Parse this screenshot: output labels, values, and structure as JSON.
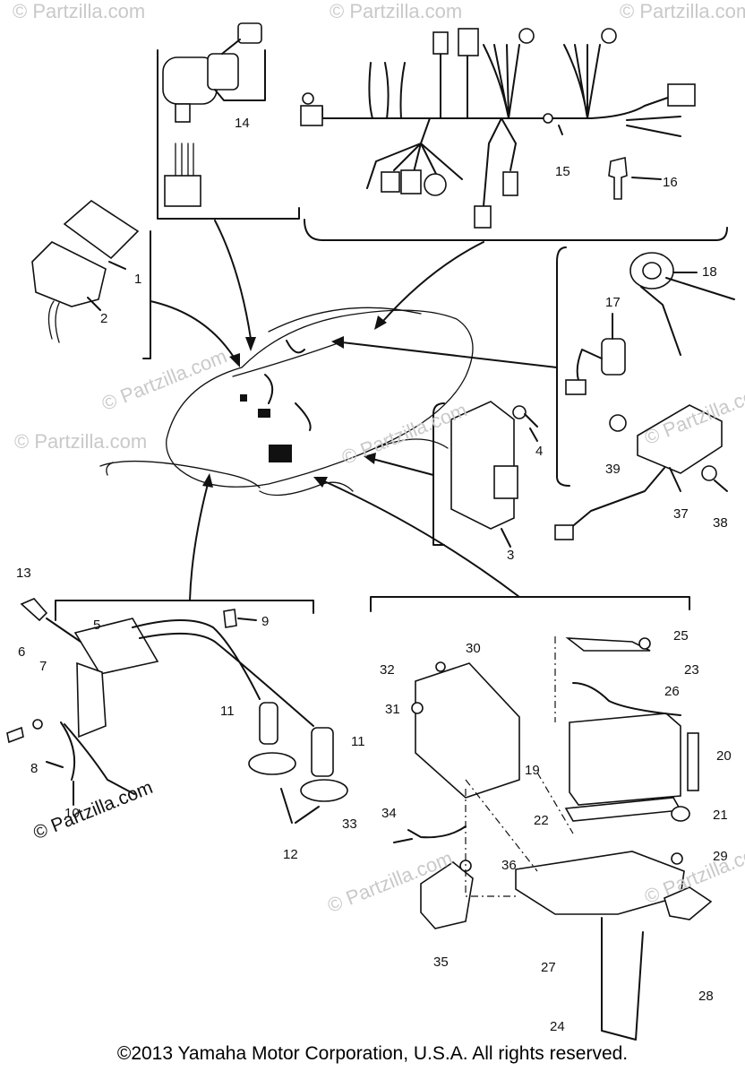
{
  "watermarks": [
    "© Partzilla.com",
    "© Partzilla.com",
    "© Partzilla.com",
    "© Partzilla.com",
    "© Partzilla.com",
    "© Partzilla.com",
    "© Partzilla.com",
    "© Partzilla.com",
    "© Partzilla.com"
  ],
  "credit": "© Partzilla.com",
  "copyright": "©2013  Yamaha Motor Corporation, U.S.A. All rights reserved.",
  "parts": [
    "1",
    "2",
    "3",
    "4",
    "5",
    "6",
    "7",
    "8",
    "9",
    "10",
    "11",
    "11",
    "12",
    "13",
    "14",
    "15",
    "16",
    "17",
    "18",
    "19",
    "20",
    "21",
    "22",
    "23",
    "24",
    "25",
    "26",
    "27",
    "28",
    "29",
    "30",
    "31",
    "32",
    "33",
    "34",
    "35",
    "36",
    "37",
    "38",
    "39"
  ]
}
